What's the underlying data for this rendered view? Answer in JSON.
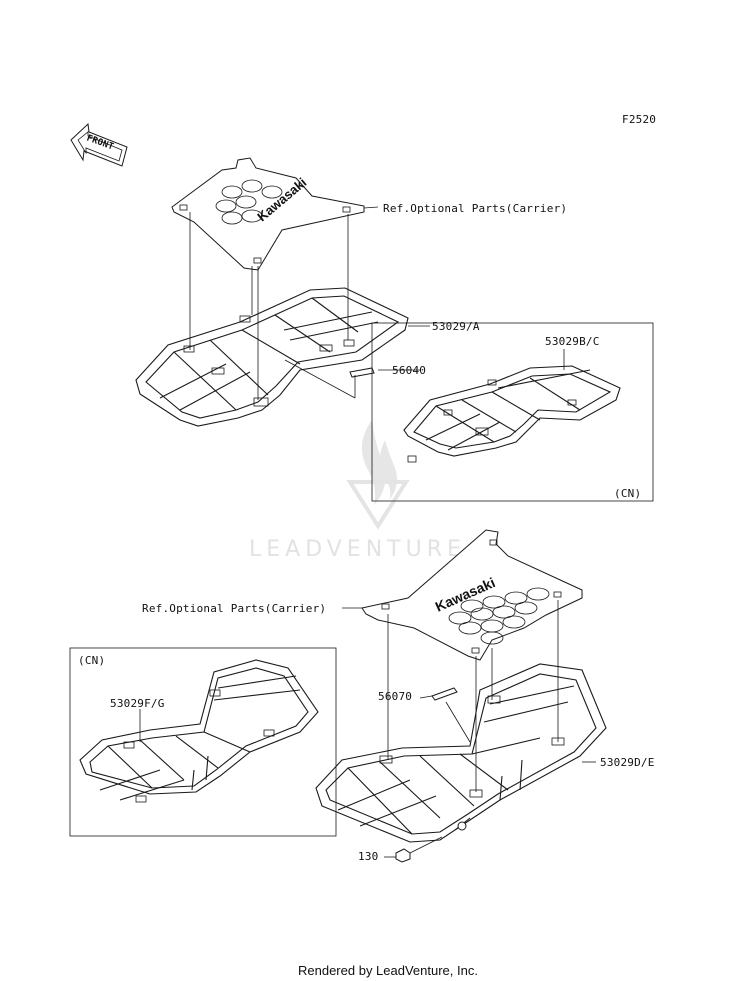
{
  "diagram": {
    "figure_code": "F2520",
    "front_label": "FRONT",
    "watermark_text": "LEADVENTURE",
    "upper": {
      "carrier_ref": "Ref.Optional Parts(Carrier)",
      "rack_part": "53029/A",
      "strip_part": "56040",
      "cn_box": {
        "part": "53029B/C",
        "region": "(CN)"
      }
    },
    "lower": {
      "carrier_ref": "Ref.Optional Parts(Carrier)",
      "strip_part": "56070",
      "rack_part": "53029D/E",
      "bolt_part": "130",
      "cn_box": {
        "part": "53029F/G",
        "region": "(CN)"
      }
    },
    "plate_logo": "Kawasaki"
  },
  "footer": {
    "credit": "Rendered by LeadVenture, Inc."
  }
}
